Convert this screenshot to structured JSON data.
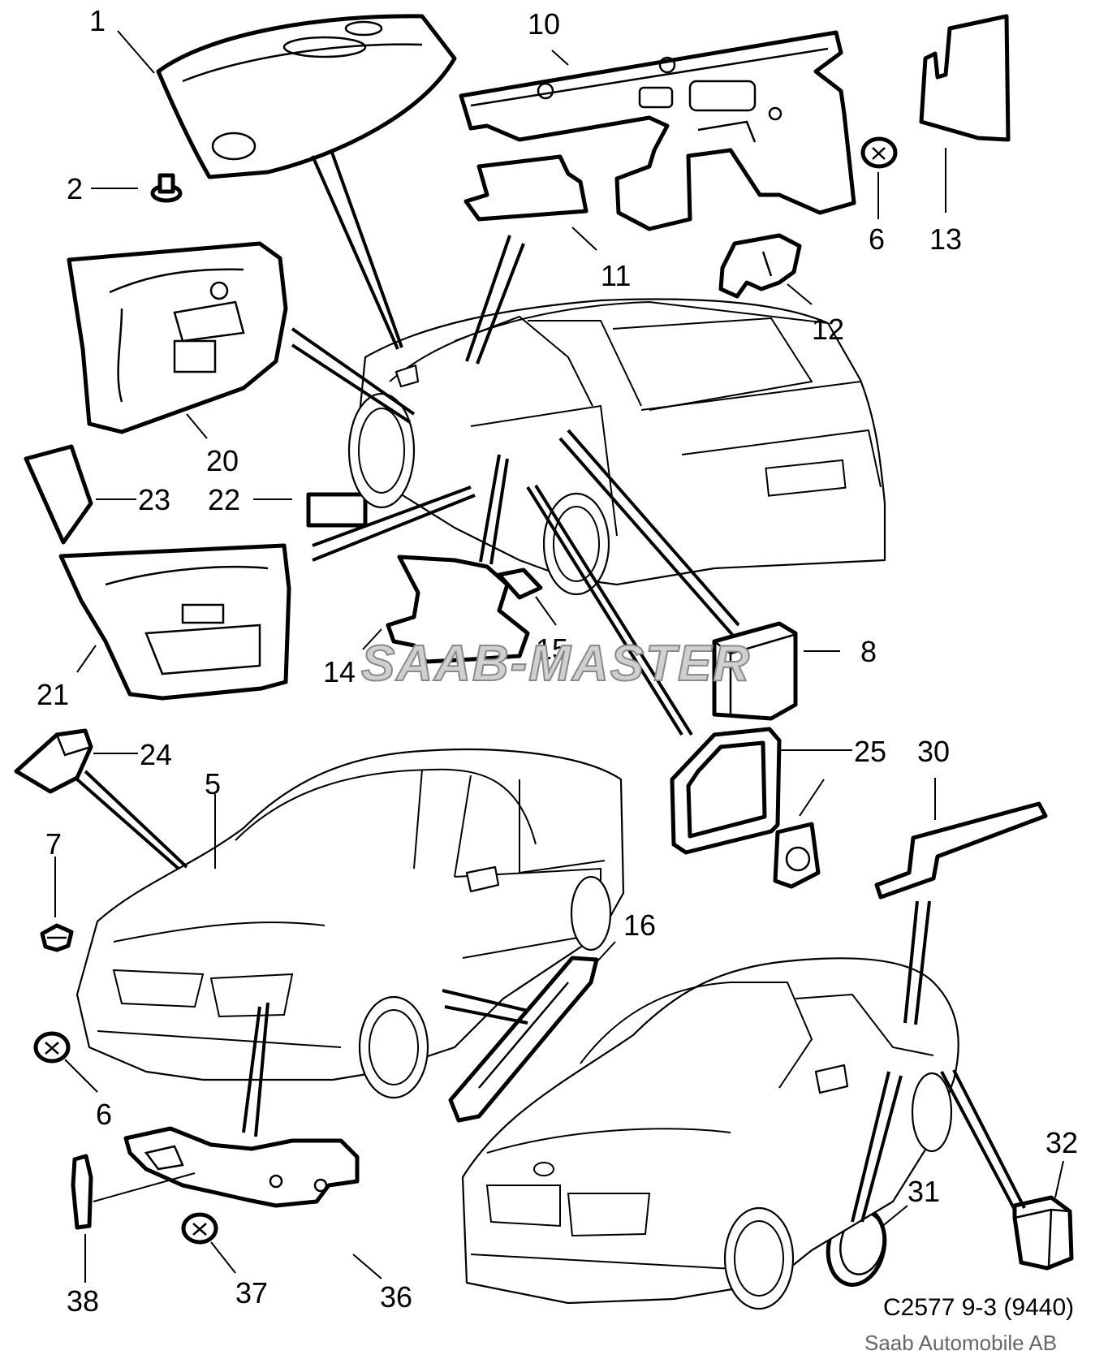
{
  "callouts": [
    {
      "id": "1",
      "label": "1"
    },
    {
      "id": "2",
      "label": "2"
    },
    {
      "id": "5",
      "label": "5"
    },
    {
      "id": "6a",
      "label": "6"
    },
    {
      "id": "6b",
      "label": "6"
    },
    {
      "id": "7",
      "label": "7"
    },
    {
      "id": "8",
      "label": "8"
    },
    {
      "id": "10",
      "label": "10"
    },
    {
      "id": "11",
      "label": "11"
    },
    {
      "id": "12",
      "label": "12"
    },
    {
      "id": "13",
      "label": "13"
    },
    {
      "id": "14",
      "label": "14"
    },
    {
      "id": "15",
      "label": "15"
    },
    {
      "id": "16",
      "label": "16"
    },
    {
      "id": "20",
      "label": "20"
    },
    {
      "id": "21",
      "label": "21"
    },
    {
      "id": "22",
      "label": "22"
    },
    {
      "id": "23",
      "label": "23"
    },
    {
      "id": "24",
      "label": "24"
    },
    {
      "id": "25",
      "label": "25"
    },
    {
      "id": "30",
      "label": "30"
    },
    {
      "id": "31",
      "label": "31"
    },
    {
      "id": "32",
      "label": "32"
    },
    {
      "id": "36",
      "label": "36"
    },
    {
      "id": "37",
      "label": "37"
    },
    {
      "id": "38",
      "label": "38"
    }
  ],
  "watermark": "SAAB-MASTER",
  "drawing_ref": "C2577 9-3 (9440)",
  "copyright": "Saab Automobile AB"
}
